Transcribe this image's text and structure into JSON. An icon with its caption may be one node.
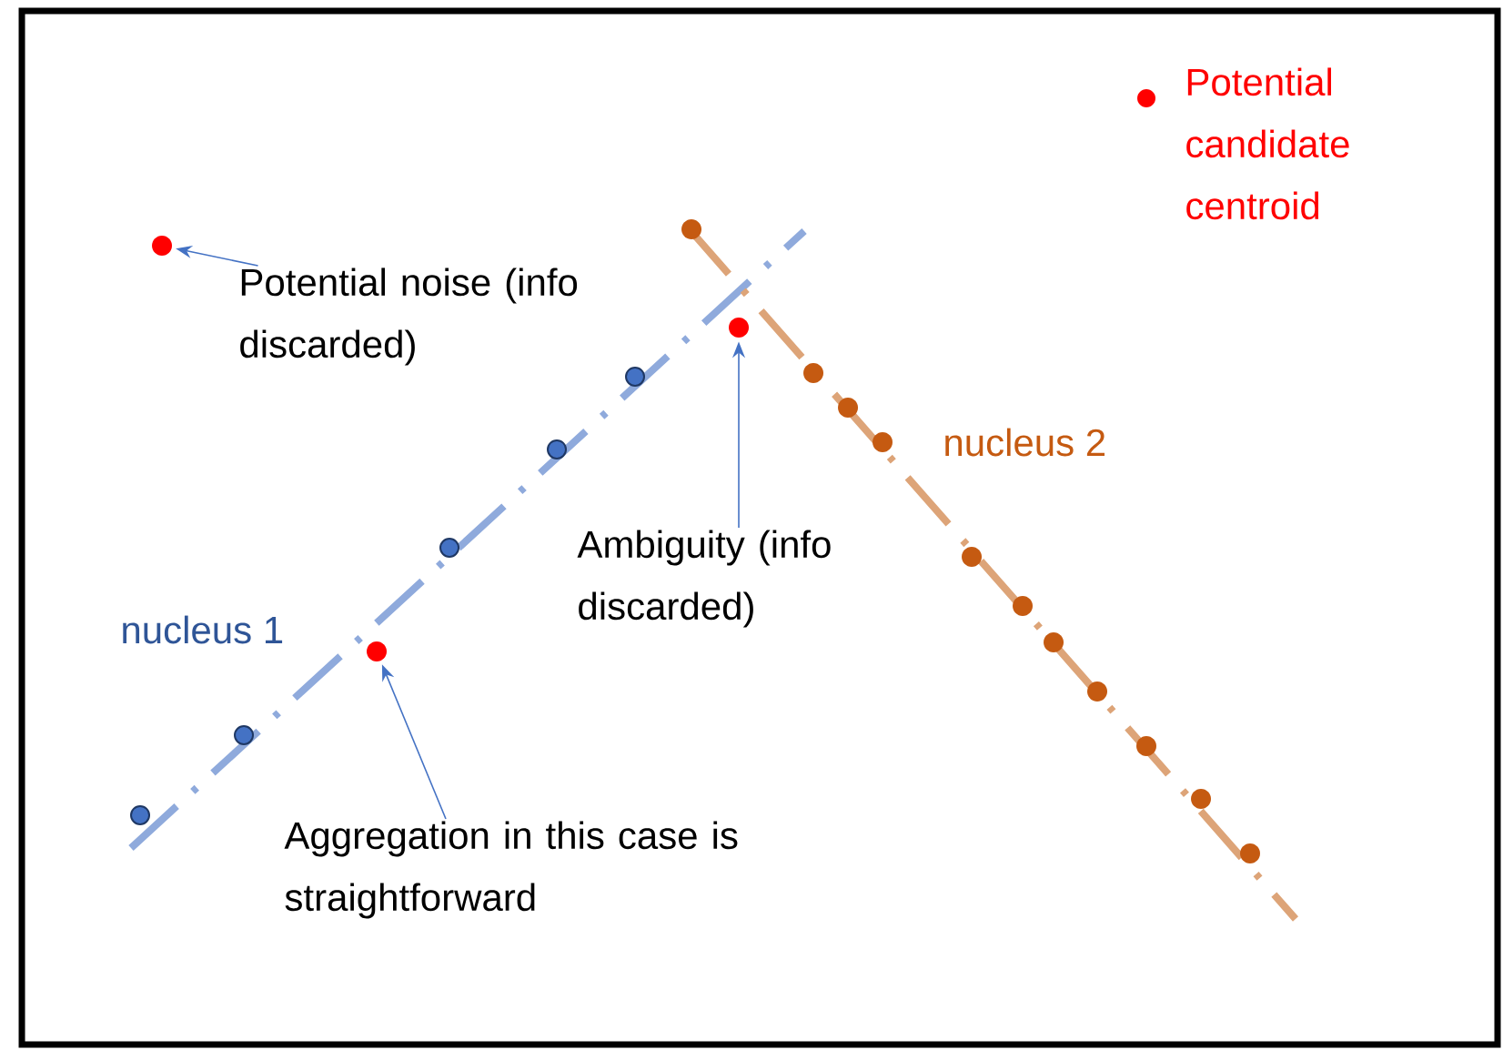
{
  "diagram": {
    "nodes": [
      {
        "text": [
          "Potential noise (info discarded)"
        ]
      },
      {
        "text": [],
        "shape": "circle"
      },
      {
        "text": [
          "Ambiguity (info discarded)"
        ]
      },
      {
        "text": [],
        "shape": "circle"
      },
      {
        "text": [
          "Aggregation in this case is straightforward"
        ]
      },
      {
        "text": [],
        "shape": "circle"
      }
    ],
    "edges": [
      {
        "from": 0,
        "to": 1,
        "arrow": "to"
      },
      {
        "from": 2,
        "to": 3,
        "arrow": "to"
      },
      {
        "from": 4,
        "to": 5,
        "arrow": "to"
      }
    ],
    "labels": [
      "nucleus 1",
      "nucleus 2"
    ],
    "legend": [
      {
        "text": "Potential candidate centroid",
        "color": "#ff0000"
      }
    ]
  }
}
